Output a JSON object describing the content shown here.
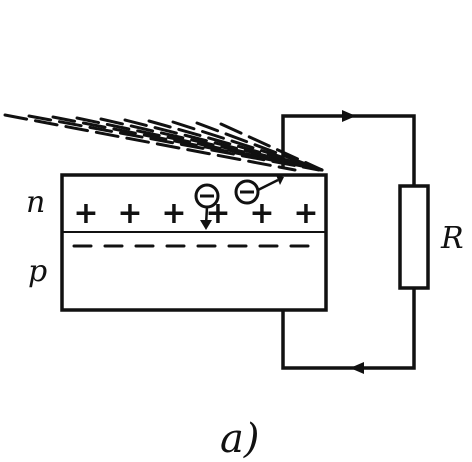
{
  "labels": {
    "n_region": "n",
    "p_region": "p",
    "resistor": "R",
    "caption": "a)"
  },
  "diagram": {
    "n_charge_symbol": "+",
    "n_charge_count": 6,
    "p_charge_count": 8,
    "electron_count": 2,
    "current_arrow_count": 2,
    "light_ray_count": 10
  },
  "colors": {
    "ink": "#111111",
    "background": "#ffffff"
  }
}
